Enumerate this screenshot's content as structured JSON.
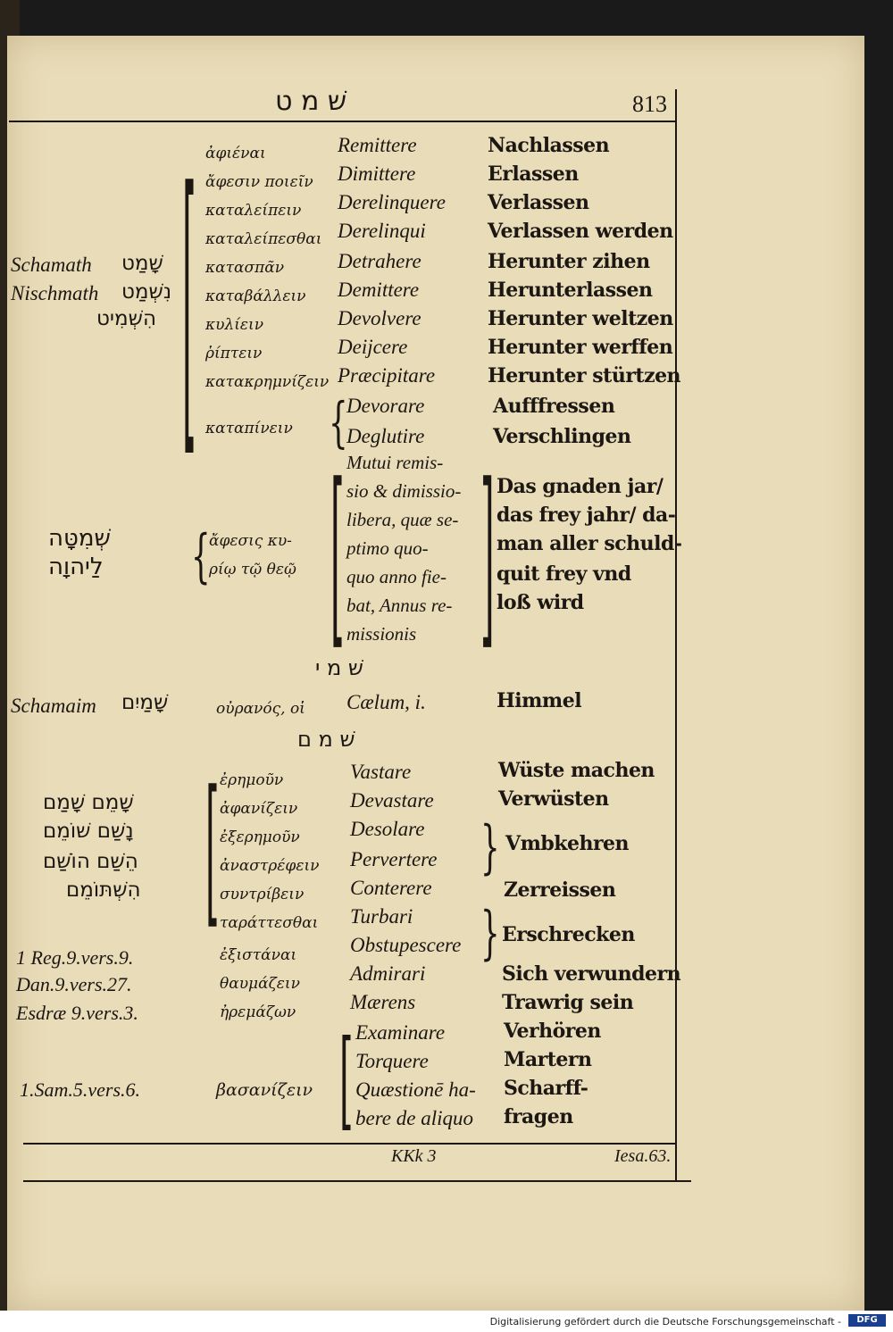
{
  "header": {
    "hebrew": "שׁ מ ט",
    "page_number": "813"
  },
  "schamath": {
    "translit": [
      "Schamath",
      "Nischmath"
    ],
    "hebrew": [
      "שָׁמַט",
      "נִשְׁמַט",
      "הִשְׁמִיט"
    ],
    "rows": [
      {
        "greek": "ἀφιέναι",
        "latin": "Remittere",
        "german": "Nachlassen"
      },
      {
        "greek": "ἄφεσιν ποιεῖν",
        "latin": "Dimittere",
        "german": "Erlassen"
      },
      {
        "greek": "καταλείπειν",
        "latin": "Derelinquere",
        "german": "Verlassen"
      },
      {
        "greek": "καταλείπεσθαι",
        "latin": "Derelinqui",
        "german": "Verlassen werden"
      },
      {
        "greek": "κατασπᾶν",
        "latin": "Detrahere",
        "german": "Herunter zihen"
      },
      {
        "greek": "καταβάλλειν",
        "latin": "Demittere",
        "german": "Herunterlassen"
      },
      {
        "greek": "κυλίειν",
        "latin": "Devolvere",
        "german": "Herunter weltzen"
      },
      {
        "greek": "ῥίπτειν",
        "latin": "Deijcere",
        "german": "Herunter werffen"
      },
      {
        "greek": "κατακρημνίζειν",
        "latin": "Præcipitare",
        "german": "Herunter stürtzen"
      }
    ],
    "pair": {
      "greek": "καταπίνειν",
      "latin": [
        "Devorare",
        "Deglutire"
      ],
      "german": [
        "Aufffressen",
        "Verschlingen"
      ]
    }
  },
  "schemitah": {
    "hebrew": [
      "שְׁמִטָּה",
      "לַיהוָה"
    ],
    "greek": [
      "ἄφεσις κυ-",
      "ρίῳ τῷ θεῷ"
    ],
    "latin": [
      "Mutui remis-",
      "sio & dimissio-",
      "libera, quæ se-",
      "ptimo quo-",
      "quo anno fie-",
      "bat, Annus re-",
      "missionis"
    ],
    "german": [
      "Das gnaden jar/",
      "das frey jahr/ da-",
      "man aller schuld-",
      "quit frey vnd",
      "loß wird"
    ]
  },
  "shmi": {
    "root": "שׁ מ י",
    "translit": "Schamaim",
    "hebrew": "שָׁמַיִם",
    "greek": "οὐρανός, οἱ",
    "latin": "Cælum, i.",
    "german": "Himmel"
  },
  "shmm": {
    "root": "שׁ מ ם",
    "hebrew": [
      "שָׁמֵם שָׁמַם",
      "נָשַׁם שׁוֹמֵם",
      "הֵשַׁם הוֹשַׁם",
      "הִשְׁתּוֹמֵם"
    ],
    "refs": [
      "1 Reg.9.vers.9.",
      "Dan.9.vers.27.",
      "Esdræ 9.vers.3."
    ],
    "greek": [
      "ἐρημοῦν",
      "ἀφανίζειν",
      "ἐξερημοῦν",
      "ἀναστρέφειν",
      "συντρίβειν",
      "ταράττεσθαι",
      "ἐξιστάναι",
      "θαυμάζειν",
      "ἠρεμάζων"
    ],
    "latin": [
      "Vastare",
      "Devastare",
      "Desolare",
      "Pervertere",
      "Conterere",
      "Turbari",
      "Obstupescere",
      "Admirari",
      "Mærens"
    ],
    "german": [
      "Wüste machen",
      "Verwüsten",
      "Vmbkehren",
      "Zerreissen",
      "Erschrecken",
      "Sich verwundern",
      "Trawrig sein"
    ]
  },
  "basanizein": {
    "ref": "1.Sam.5.vers.6.",
    "greek": "βασανίζειν",
    "latin": [
      "Examinare",
      "Torquere",
      "Quæstionē ha-",
      "bere de aliquo"
    ],
    "german": [
      "Verhören",
      "Martern",
      "Scharff-",
      "fragen"
    ]
  },
  "footer": {
    "signature": "KKk 3",
    "catchword": "Iesa.63."
  },
  "credit": {
    "text": "Digitalisierung gefördert durch die Deutsche Forschungsgemeinschaft -",
    "logo": "DFG"
  }
}
